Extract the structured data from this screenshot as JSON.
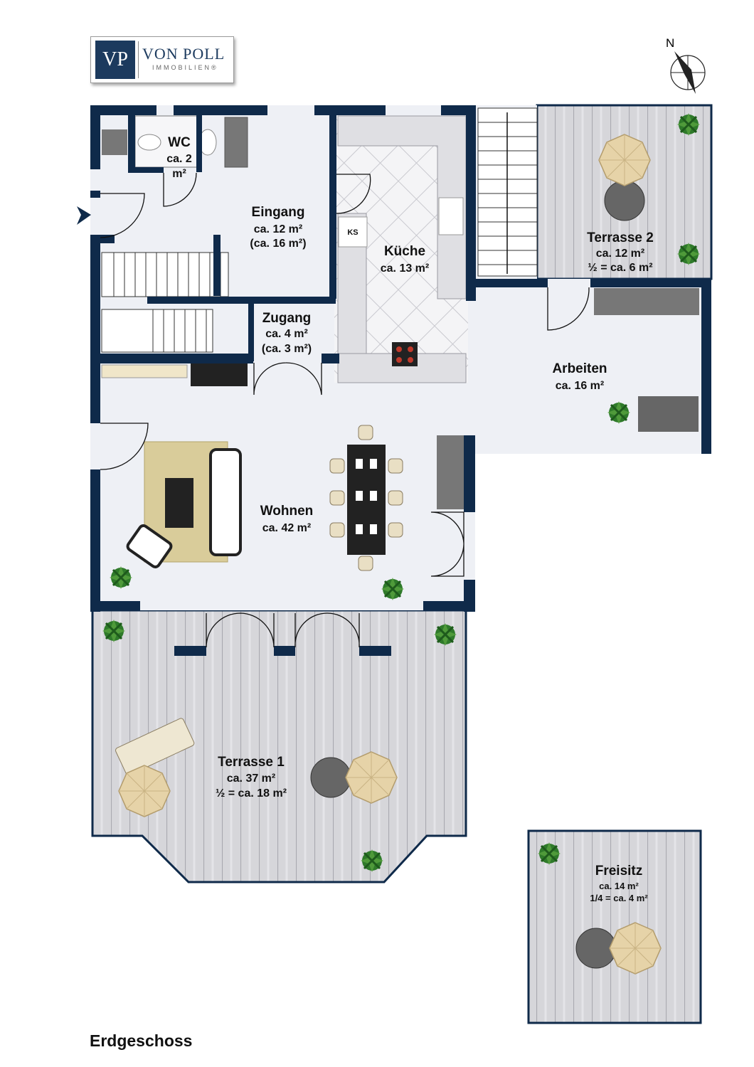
{
  "logo": {
    "mark": "VP",
    "name": "VON POLL",
    "sub": "IMMOBILIEN®"
  },
  "compass": {
    "north_label": "N"
  },
  "floor_title": "Erdgeschoss",
  "rooms": {
    "wc": {
      "name": "WC",
      "area": "ca. 2",
      "unit": "m²"
    },
    "eingang": {
      "name": "Eingang",
      "area": "ca. 12 m²",
      "area2": "(ca. 16 m²)"
    },
    "kueche": {
      "name": "Küche",
      "area": "ca. 13 m²",
      "fridge": "KS"
    },
    "zugang": {
      "name": "Zugang",
      "area": "ca. 4 m²",
      "area2": "(ca. 3 m²)"
    },
    "terrasse2": {
      "name": "Terrasse 2",
      "area": "ca. 12 m²",
      "area2": "½ = ca. 6 m²"
    },
    "arbeiten": {
      "name": "Arbeiten",
      "area": "ca. 16 m²"
    },
    "wohnen": {
      "name": "Wohnen",
      "area": "ca. 42 m²"
    },
    "terrasse1": {
      "name": "Terrasse 1",
      "area": "ca. 37 m²",
      "area2": "½ = ca. 18 m²"
    },
    "freisitz": {
      "name": "Freisitz",
      "area": "ca. 14 m²",
      "area2": "1/4 = ca. 4 m²"
    }
  },
  "colors": {
    "wall": "#0f2a4a",
    "floor": "#eef0f5",
    "deck": "#d3d3d8",
    "plant": "#2f7a2a",
    "umbrella": "#e6d3a8"
  }
}
